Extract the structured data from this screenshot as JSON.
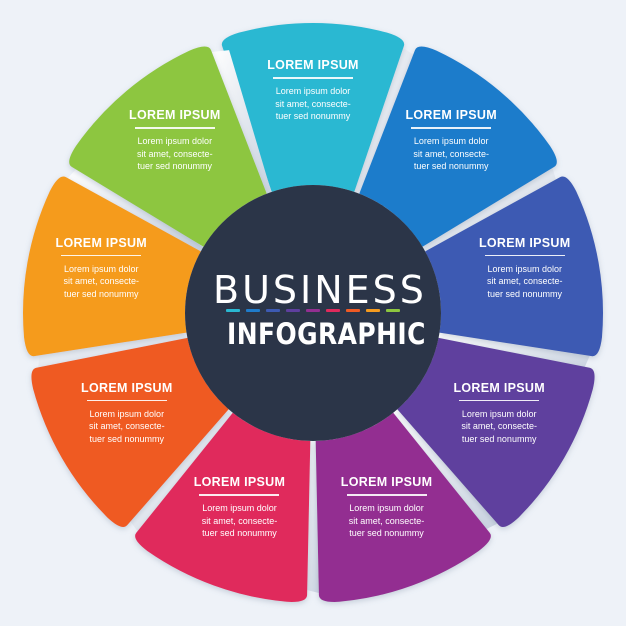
{
  "center": {
    "title_line1": "BUSINESS",
    "title_line2": "INFOGRAPHIC",
    "circle_color": "#2b3548"
  },
  "segments": [
    {
      "title": "LOREM IPSUM",
      "body": [
        "Lorem ipsum dolor",
        "sit amet, consecte-",
        "tuer sed nonummy"
      ],
      "color": "#2ab8d2",
      "color_dark": "#1a9cc0"
    },
    {
      "title": "LOREM IPSUM",
      "body": [
        "Lorem ipsum dolor",
        "sit amet, consecte-",
        "tuer sed nonummy"
      ],
      "color": "#1f7ccb",
      "color_dark": "#1458a8"
    },
    {
      "title": "LOREM IPSUM",
      "body": [
        "Lorem ipsum dolor",
        "sit amet, consecte-",
        "tuer sed nonummy"
      ],
      "color": "#3d5ab3",
      "color_dark": "#2e4595"
    },
    {
      "title": "LOREM IPSUM",
      "body": [
        "Lorem ipsum dolor",
        "sit amet, consecte-",
        "tuer sed nonummy"
      ],
      "color": "#5e3f9e",
      "color_dark": "#4a2f88"
    },
    {
      "title": "LOREM IPSUM",
      "body": [
        "Lorem ipsum dolor",
        "sit amet, consecte-",
        "tuer sed nonummy"
      ],
      "color": "#932f91",
      "color_dark": "#7a2279"
    },
    {
      "title": "LOREM IPSUM",
      "body": [
        "Lorem ipsum dolor",
        "sit amet, consecte-",
        "tuer sed nonummy"
      ],
      "color": "#e02a5c",
      "color_dark": "#c11c4a"
    },
    {
      "title": "LOREM IPSUM",
      "body": [
        "Lorem ipsum dolor",
        "sit amet, consecte-",
        "tuer sed nonummy"
      ],
      "color": "#ef5a24",
      "color_dark": "#de4418"
    },
    {
      "title": "LOREM IPSUM",
      "body": [
        "Lorem ipsum dolor",
        "sit amet, consecte-",
        "tuer sed nonummy"
      ],
      "color": "#f59b1f",
      "color_dark": "#ee8212"
    },
    {
      "title": "LOREM IPSUM",
      "body": [
        "Lorem ipsum dolor",
        "sit amet, consecte-",
        "tuer sed nonummy"
      ],
      "color": "#8dc63f",
      "color_dark": "#6ab22e"
    }
  ],
  "dash_colors": [
    "#2ab8d2",
    "#1f7ccb",
    "#3d5ab3",
    "#5e3f9e",
    "#932f91",
    "#e02a5c",
    "#ef5a24",
    "#f59b1f",
    "#8dc63f"
  ]
}
